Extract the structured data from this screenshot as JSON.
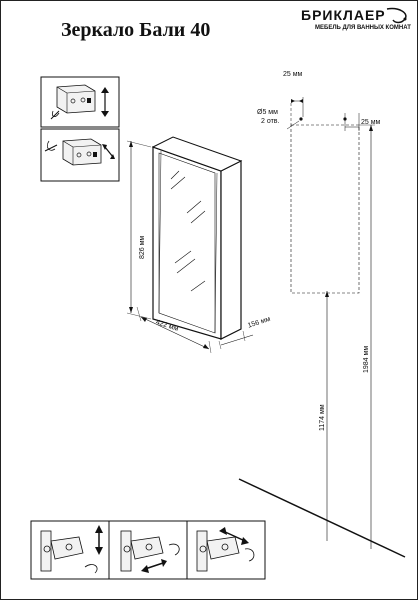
{
  "title": "Зеркало Бали 40",
  "brand": {
    "name": "БРИКЛАЕР",
    "tagline": "МЕБЕЛЬ ДЛЯ ВАННЫХ КОМНАТ"
  },
  "dimensions": {
    "height": "826 мм",
    "width": "422 мм",
    "depth": "156 мм",
    "hole_left_offset": "25 мм",
    "hole_right_offset": "25 мм",
    "hole_diameter": "Ø5 мм",
    "hole_count": "2 отв.",
    "lower_height": "1174 мм",
    "upper_height": "1984 мм"
  }
}
